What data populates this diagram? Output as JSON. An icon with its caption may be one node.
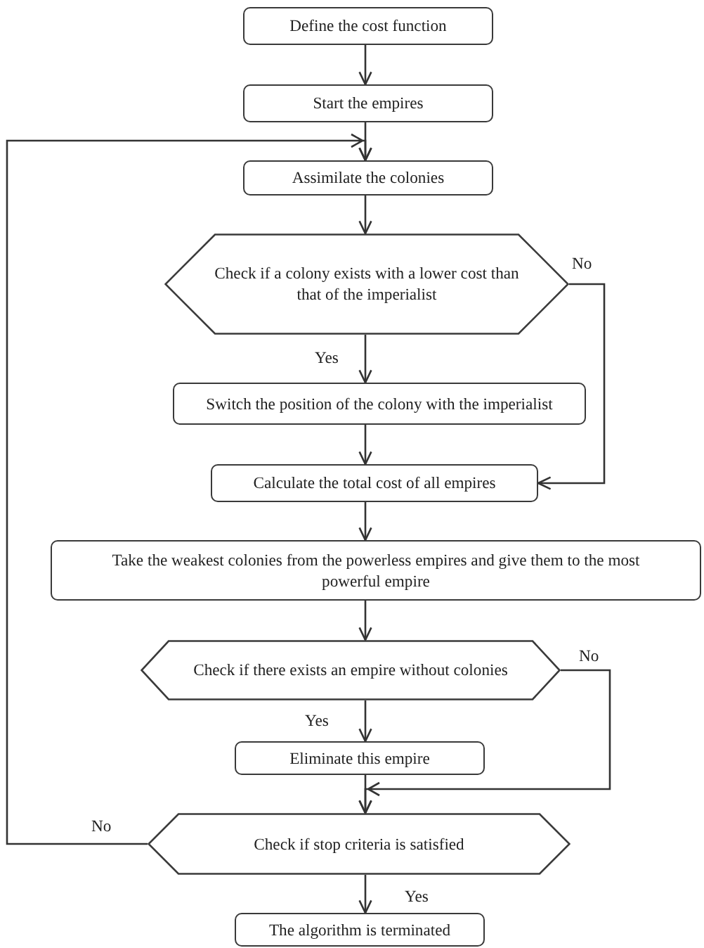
{
  "diagram": {
    "nodes": [
      {
        "text": [
          "Define the cost function"
        ]
      },
      {
        "text": [
          "Start the empires"
        ]
      },
      {
        "text": [
          "Assimilate the colonies"
        ]
      },
      {
        "text": [
          "Check if a colony exists with a lower cost than that of the imperialist"
        ]
      },
      {
        "text": [
          "Switch the position of the colony with the imperialist"
        ]
      },
      {
        "text": [
          "Calculate the total cost of all empires"
        ]
      },
      {
        "text": [
          "Take the weakest colonies from the powerless empires and give them to the most powerful empire"
        ]
      },
      {
        "text": [
          "Check if there exists an empire without colonies"
        ]
      },
      {
        "text": [
          "Eliminate this empire"
        ]
      },
      {
        "text": [
          "Check if stop criteria is satisfied"
        ]
      },
      {
        "text": [
          "The algorithm is terminated"
        ]
      }
    ],
    "edges": [
      {
        "from": 0,
        "to": 1,
        "arrow": "to"
      },
      {
        "from": 1,
        "to": 2,
        "arrow": "to"
      },
      {
        "from": 2,
        "to": 3,
        "arrow": "to"
      },
      {
        "from": 3,
        "to": 4,
        "arrow": "to",
        "label": "Yes"
      },
      {
        "from": 3,
        "to": 5,
        "arrow": "to",
        "label": "No"
      },
      {
        "from": 4,
        "to": 5,
        "arrow": "to"
      },
      {
        "from": 5,
        "to": 6,
        "arrow": "to"
      },
      {
        "from": 6,
        "to": 7,
        "arrow": "to"
      },
      {
        "from": 7,
        "to": 8,
        "arrow": "to",
        "label": "Yes"
      },
      {
        "from": 7,
        "to": 9,
        "arrow": "to",
        "label": "No"
      },
      {
        "from": 8,
        "to": 9,
        "arrow": "to"
      },
      {
        "from": 9,
        "to": 2,
        "arrow": "to",
        "label": "No"
      },
      {
        "from": 9,
        "to": 10,
        "arrow": "to",
        "label": "Yes"
      }
    ]
  }
}
